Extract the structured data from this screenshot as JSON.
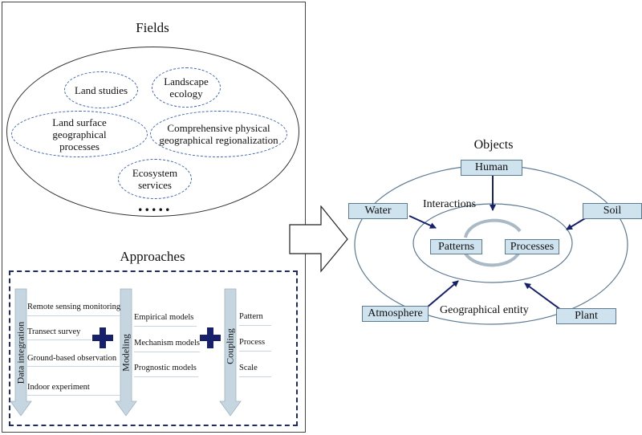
{
  "fields": {
    "title": "Fields",
    "items": {
      "land_studies": "Land studies",
      "landscape_ecology": "Landscape ecology",
      "land_surface": "Land surface geographical processes",
      "regionalization": "Comprehensive physical geographical regionalization",
      "ecosystem": "Ecosystem services",
      "more": "....."
    }
  },
  "approaches": {
    "title": "Approaches",
    "data_integration": {
      "label": "Data integration",
      "items": [
        "Remote sensing monitoring",
        "Transect survey",
        "Ground-based observation",
        "Indoor experiment"
      ]
    },
    "modeling": {
      "label": "Modeling",
      "items": [
        "Empirical models",
        "Mechanism models",
        "Prognostic models"
      ]
    },
    "coupling": {
      "label": "Coupling",
      "items": [
        "Pattern",
        "Process",
        "Scale"
      ]
    }
  },
  "objects": {
    "title": "Objects",
    "human": "Human",
    "water": "Water",
    "soil": "Soil",
    "atmosphere": "Atmosphere",
    "plant": "Plant",
    "interactions": "Interactions",
    "patterns": "Patterns",
    "processes": "Processes",
    "geo_entity": "Geographical entity"
  },
  "colors": {
    "dash_blue": "#3f62b8",
    "navy": "#16206b",
    "box_fill": "#cfe3ef",
    "arrow_fill": "#c5d6e0"
  }
}
